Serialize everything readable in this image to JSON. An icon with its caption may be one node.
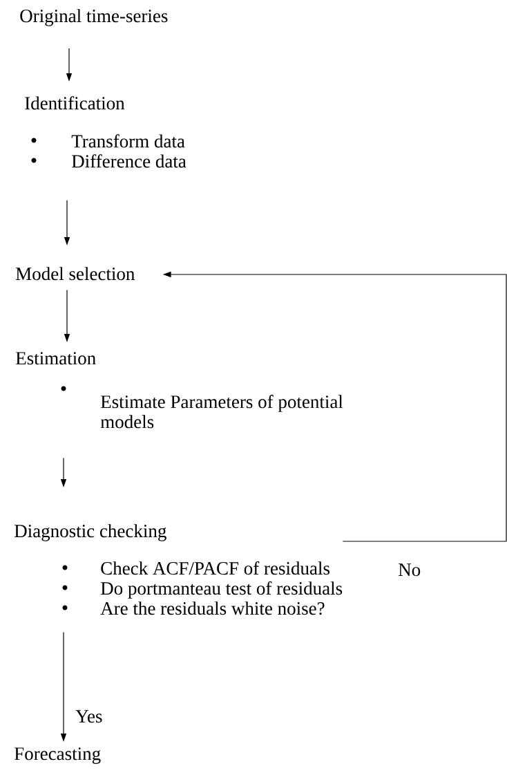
{
  "diagram": {
    "nodes": [
      {
        "text": [
          "Original time-series"
        ]
      },
      {
        "text": [
          "Identification",
          "Transform data",
          "Difference data"
        ]
      },
      {
        "text": [
          "Model selection"
        ]
      },
      {
        "text": [
          "Estimation",
          "Estimate Parameters of potential models"
        ]
      },
      {
        "text": [
          "Diagnostic checking",
          "Check ACF/PACF of residuals",
          "Do portmanteau test of residuals",
          "Are the residuals white noise?"
        ]
      },
      {
        "text": [
          "Forecasting"
        ]
      }
    ],
    "edges": [
      {
        "from": 0,
        "to": 1,
        "arrow": "to"
      },
      {
        "from": 1,
        "to": 2,
        "arrow": "to"
      },
      {
        "from": 2,
        "to": 3,
        "arrow": "to"
      },
      {
        "from": 3,
        "to": 4,
        "arrow": "to"
      },
      {
        "from": 4,
        "to": 5,
        "arrow": "to",
        "label": "Yes"
      },
      {
        "from": 4,
        "to": 2,
        "arrow": "to",
        "label": "No"
      }
    ]
  }
}
